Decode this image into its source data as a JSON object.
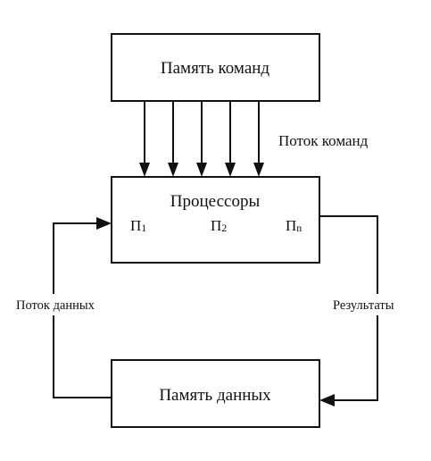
{
  "diagram": {
    "command_memory": {
      "label": "Память команд"
    },
    "command_stream": {
      "label": "Поток команд",
      "arrow_count": 5
    },
    "processors": {
      "label": "Процессоры",
      "items": [
        {
          "base": "П",
          "sub": "1"
        },
        {
          "base": "П",
          "sub": "2"
        },
        {
          "base": "П",
          "sub": "n"
        }
      ]
    },
    "data_stream": {
      "label": "Поток данных"
    },
    "results": {
      "label": "Результаты"
    },
    "data_memory": {
      "label": "Память данных"
    }
  }
}
